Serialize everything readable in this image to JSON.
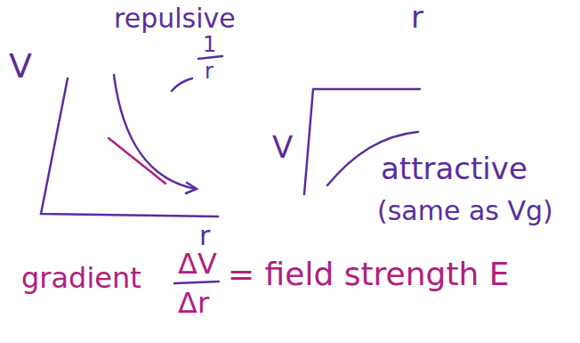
{
  "diagram": {
    "labels": [
      "V",
      "repulsive",
      "1",
      "r",
      "r",
      "r",
      "V",
      "attractive",
      "(same as Vg)",
      "gradient",
      "ΔV",
      "Δr",
      "= field strength E"
    ]
  }
}
